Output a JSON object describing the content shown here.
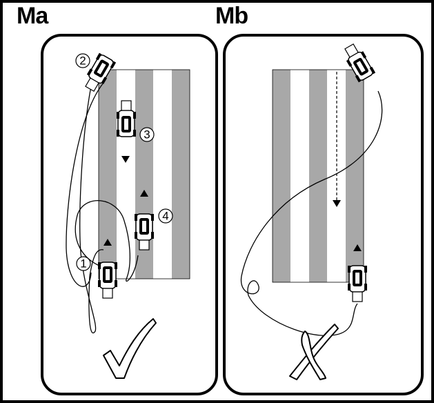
{
  "panels": [
    {
      "label": "Ma",
      "verdict": "check-mark"
    },
    {
      "label": "Mb",
      "verdict": "cross-mark"
    }
  ],
  "steps": [
    "1",
    "2",
    "3",
    "4"
  ],
  "colors": {
    "stripe": "#a8a8a8",
    "line": "#000000",
    "background": "#ffffff"
  }
}
